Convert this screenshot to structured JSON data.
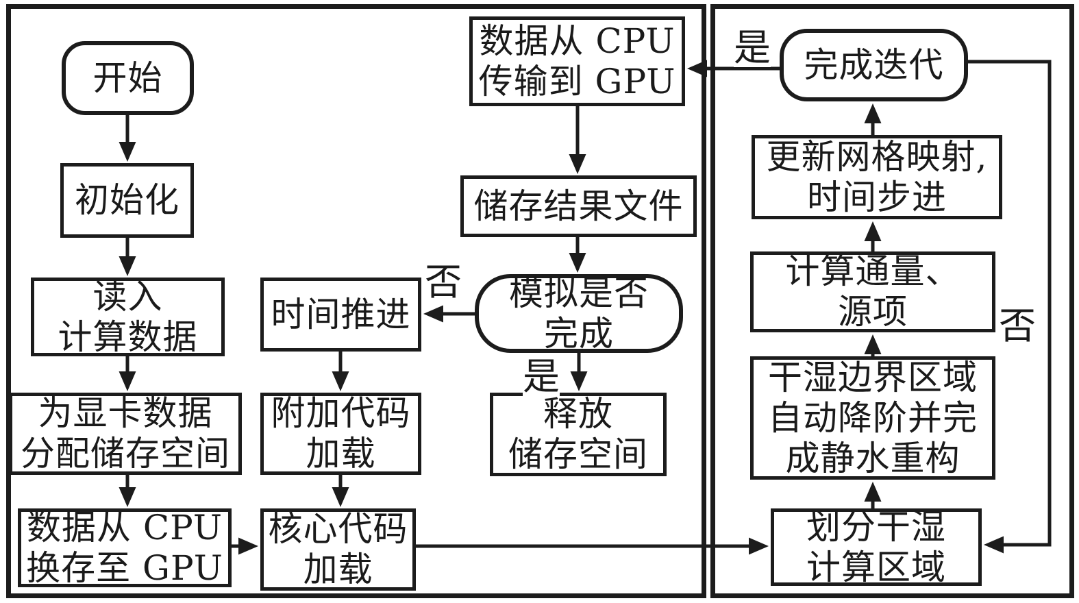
{
  "diagram": {
    "type": "flowchart",
    "language": "zh-CN",
    "colors": {
      "line": "#1c1c1c",
      "background": "#ffffff",
      "text": "#1a1a1a"
    },
    "nodes": {
      "start": {
        "label": "开始",
        "shape": "rounded"
      },
      "init": {
        "label": "初始化",
        "shape": "rect"
      },
      "read_data": {
        "label": "读入\n计算数据",
        "shape": "rect"
      },
      "alloc_mem": {
        "label": "为显卡数据\n分配储存空间",
        "shape": "rect"
      },
      "swap_cpu_gpu": {
        "label": "数据从 CPU\n换存至 GPU",
        "shape": "rect"
      },
      "time_advance": {
        "label": "时间推进",
        "shape": "rect"
      },
      "extra_code": {
        "label": "附加代码\n加载",
        "shape": "rect"
      },
      "core_code": {
        "label": "核心代码\n加载",
        "shape": "rect"
      },
      "transfer": {
        "label": "数据从 CPU\n传输到 GPU",
        "shape": "rect"
      },
      "save_result": {
        "label": "储存结果文件",
        "shape": "rect"
      },
      "sim_done": {
        "label": "模拟是否\n完成",
        "shape": "rounded"
      },
      "release_mem": {
        "label": "释放\n储存空间",
        "shape": "rect"
      },
      "finish_iter": {
        "label": "完成迭代",
        "shape": "rounded"
      },
      "update_mesh": {
        "label": "更新网格映射,\n时间步进",
        "shape": "rect"
      },
      "compute_flux": {
        "label": "计算通量、\n源项",
        "shape": "rect"
      },
      "drywet_bound": {
        "label": "干湿边界区域\n自动降阶并完\n成静水重构",
        "shape": "rect"
      },
      "partition": {
        "label": "划分干湿\n计算区域",
        "shape": "rect"
      }
    },
    "edge_labels": {
      "no_sim": "否",
      "yes_sim": "是",
      "yes_iter": "是",
      "no_iter": "否"
    },
    "edges": [
      {
        "from": "start",
        "to": "init"
      },
      {
        "from": "init",
        "to": "read_data"
      },
      {
        "from": "read_data",
        "to": "alloc_mem"
      },
      {
        "from": "alloc_mem",
        "to": "swap_cpu_gpu"
      },
      {
        "from": "swap_cpu_gpu",
        "to": "core_code"
      },
      {
        "from": "time_advance",
        "to": "extra_code"
      },
      {
        "from": "extra_code",
        "to": "core_code"
      },
      {
        "from": "core_code",
        "to": "partition"
      },
      {
        "from": "transfer",
        "to": "save_result"
      },
      {
        "from": "save_result",
        "to": "sim_done"
      },
      {
        "from": "sim_done",
        "to": "time_advance",
        "label": "否"
      },
      {
        "from": "sim_done",
        "to": "release_mem",
        "label": "是"
      },
      {
        "from": "partition",
        "to": "drywet_bound"
      },
      {
        "from": "drywet_bound",
        "to": "compute_flux"
      },
      {
        "from": "compute_flux",
        "to": "update_mesh"
      },
      {
        "from": "update_mesh",
        "to": "finish_iter"
      },
      {
        "from": "finish_iter",
        "to": "transfer",
        "label": "是"
      },
      {
        "from": "finish_iter",
        "to": "partition",
        "label": "否"
      }
    ]
  }
}
